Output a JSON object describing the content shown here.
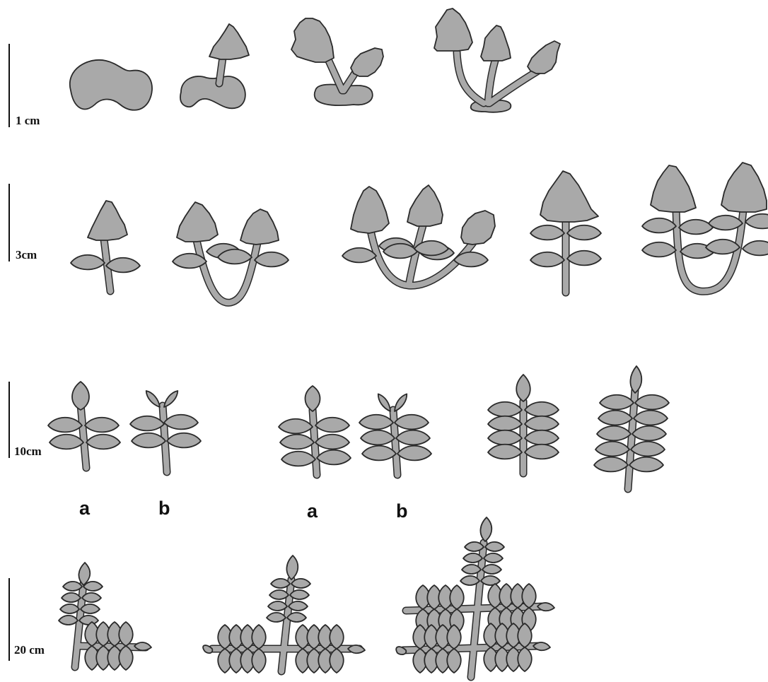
{
  "scale_bars": [
    {
      "label": "1 cm"
    },
    {
      "label": "3cm"
    },
    {
      "label": "10cm"
    },
    {
      "label": "20 cm"
    }
  ],
  "variant_labels": {
    "group1": {
      "a": "a",
      "b": "b"
    },
    "group2": {
      "a": "a",
      "b": "b"
    }
  },
  "colors": {
    "leaf_fill": "#a9a9a9",
    "outline": "#2a2a2a",
    "background": "#ffffff"
  }
}
